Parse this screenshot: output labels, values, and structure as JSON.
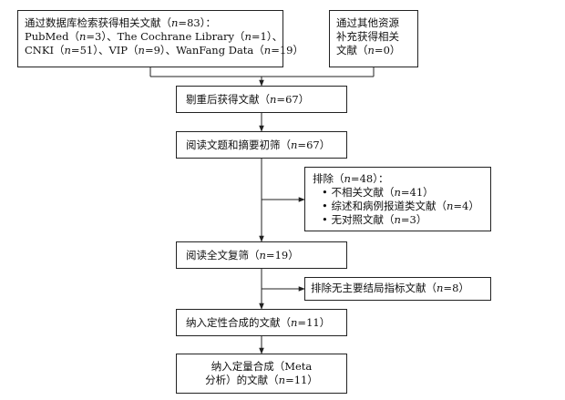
{
  "search_box": {
    "line1": "通过数据库检索获得相关文献（n=83）：",
    "line2": "PubMed（n=3）、The Cochrane Library（n=1）、",
    "line3": "CNKI（n=51）、VIP（n=9）、WanFang Data（n=19）"
  },
  "other_box": {
    "line1": "通过其他资源",
    "line2": "补充获得相关",
    "line3": "文献（n=0）"
  },
  "dedup_box": {
    "text": "剔重后获得文献（n=67）"
  },
  "screen_box": {
    "text": "阅读文题和摘要初筛（n=67）"
  },
  "exclude1_box": {
    "title": "排除（n=48）：",
    "items": [
      "•  不相关文献（n=41）",
      "•  综述和病例报道类文献（n=4）",
      "•  无对照文献（n=3）"
    ]
  },
  "fulltext_box": {
    "text": "阅读全文复筛（n=19）"
  },
  "exclude2_box": {
    "text": "排除无主要结局指标文献（n=8）"
  },
  "qual_box": {
    "text": "纳入定性合成的文献（n=11）"
  },
  "quant_box": {
    "line1": "纳入定量合成（Meta",
    "line2": "分析）的文献（n=11）"
  }
}
